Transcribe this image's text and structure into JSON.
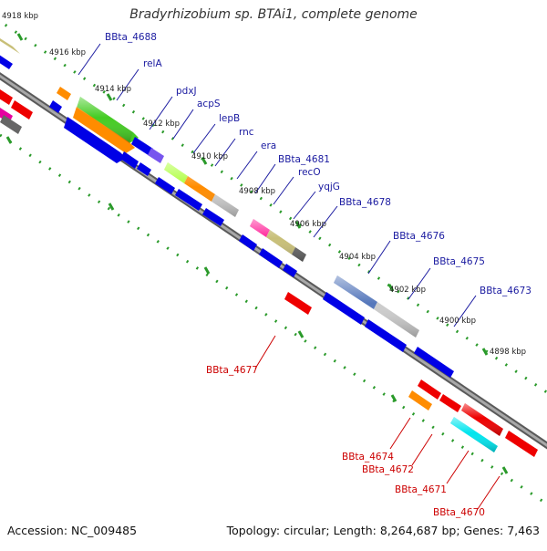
{
  "title": "Bradyrhizobium sp. BTAi1, complete genome",
  "footer": {
    "accession": "Accession: NC_009485",
    "summary": "Topology: circular; Length: 8,264,687 bp; Genes: 7,463"
  },
  "scale_labels": [
    {
      "text": "4918 kbp"
    },
    {
      "text": "4916 kbp"
    },
    {
      "text": "4914 kbp"
    },
    {
      "text": "4912 kbp"
    },
    {
      "text": "4910 kbp"
    },
    {
      "text": "4908 kbp"
    },
    {
      "text": "4906 kbp"
    },
    {
      "text": "4904 kbp"
    },
    {
      "text": "4902 kbp"
    },
    {
      "text": "4900 kbp"
    },
    {
      "text": "4898 kbp"
    }
  ],
  "forward_gene_labels": [
    {
      "text": "BBta_4688"
    },
    {
      "text": "relA"
    },
    {
      "text": "pdxJ"
    },
    {
      "text": "acpS"
    },
    {
      "text": "lepB"
    },
    {
      "text": "rnc"
    },
    {
      "text": "era"
    },
    {
      "text": "BBta_4681"
    },
    {
      "text": "recO"
    },
    {
      "text": "yqjG"
    },
    {
      "text": "BBta_4678"
    },
    {
      "text": "BBta_4676"
    },
    {
      "text": "BBta_4675"
    },
    {
      "text": "BBta_4673"
    }
  ],
  "reverse_gene_labels": [
    {
      "text": "BBta_4677"
    },
    {
      "text": "BBta_4674"
    },
    {
      "text": "BBta_4672"
    },
    {
      "text": "BBta_4671"
    },
    {
      "text": "BBta_4670"
    }
  ],
  "colors": {
    "forward_label": "#1a1aa0",
    "reverse_label": "#cc0000",
    "backbone": "#808080",
    "tick": "#2a9a2a",
    "blue_feature": "#0000e6",
    "red_feature": "#ee0000"
  }
}
